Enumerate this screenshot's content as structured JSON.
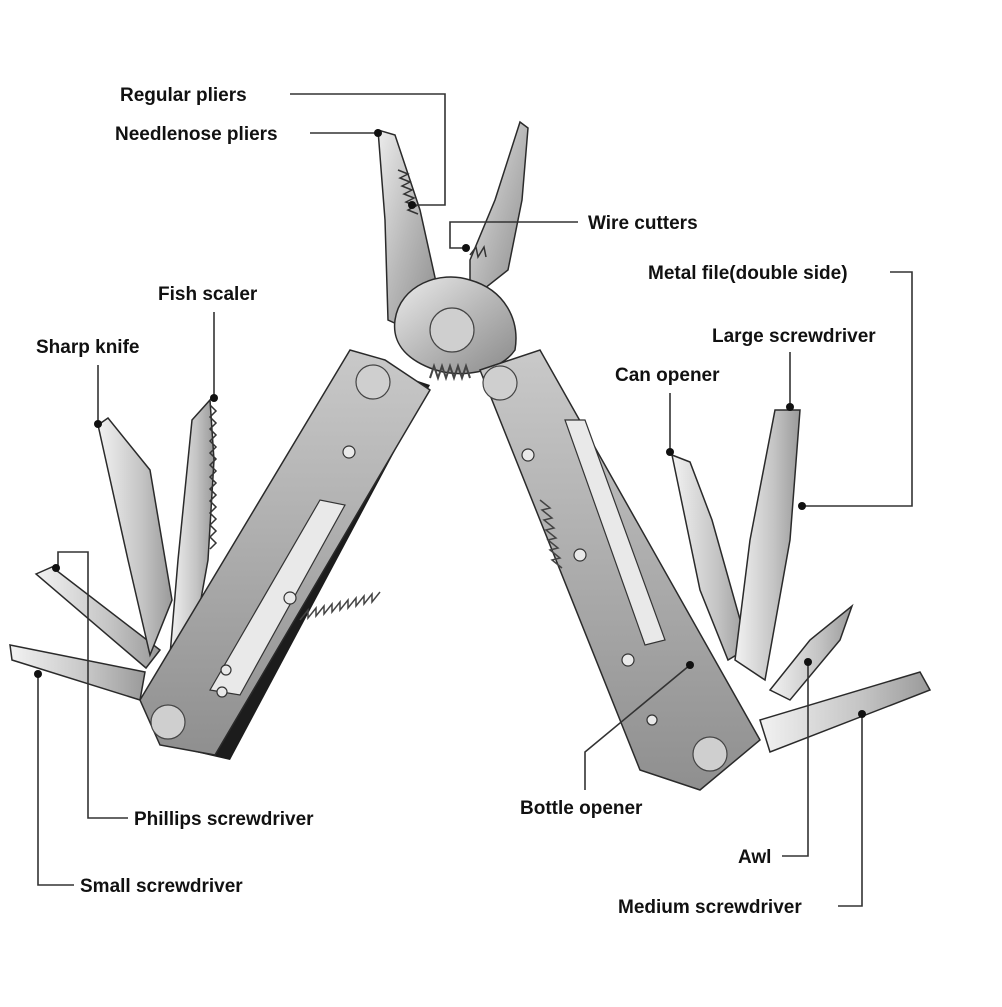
{
  "labels": {
    "regular_pliers": "Regular pliers",
    "needlenose_pliers": "Needlenose pliers",
    "wire_cutters": "Wire cutters",
    "fish_scaler": "Fish scaler",
    "sharp_knife": "Sharp knife",
    "metal_file": "Metal file(double side)",
    "large_screwdriver": "Large screwdriver",
    "can_opener": "Can opener",
    "phillips_screwdriver": "Phillips screwdriver",
    "small_screwdriver": "Small screwdriver",
    "bottle_opener": "Bottle opener",
    "awl": "Awl",
    "medium_screwdriver": "Medium screwdriver"
  },
  "colors": {
    "steel_light": "#d9d9d9",
    "steel_mid": "#a9a9a9",
    "steel_dark": "#6e6e6e",
    "handle_black": "#1c1c1c",
    "text": "#111111",
    "leader": "#333333"
  }
}
